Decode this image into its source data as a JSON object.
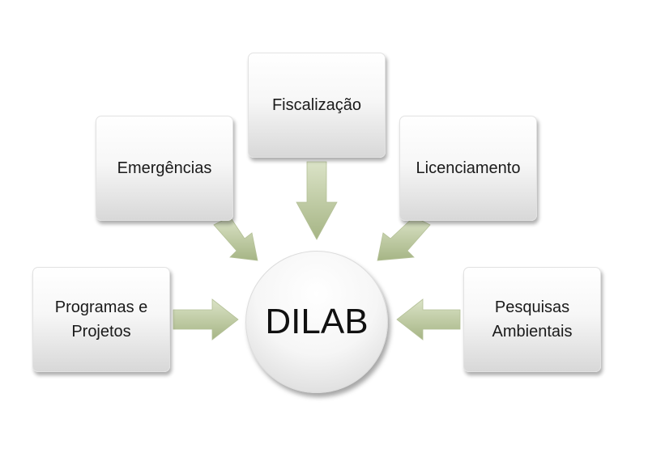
{
  "diagram": {
    "center": {
      "label": "DILAB"
    },
    "nodes": {
      "fiscalizacao": {
        "label": "Fiscalização"
      },
      "emergencias": {
        "label": "Emergências"
      },
      "licenciamento": {
        "label": "Licenciamento"
      },
      "programas": {
        "label": "Programas e\nProjetos"
      },
      "pesquisas": {
        "label": "Pesquisas\nAmbientais"
      }
    },
    "colors": {
      "arrow_light": "#d3dcbd",
      "arrow_dark": "#a5b482",
      "box_light": "#ffffff",
      "box_dark": "#d8d8d8"
    }
  }
}
